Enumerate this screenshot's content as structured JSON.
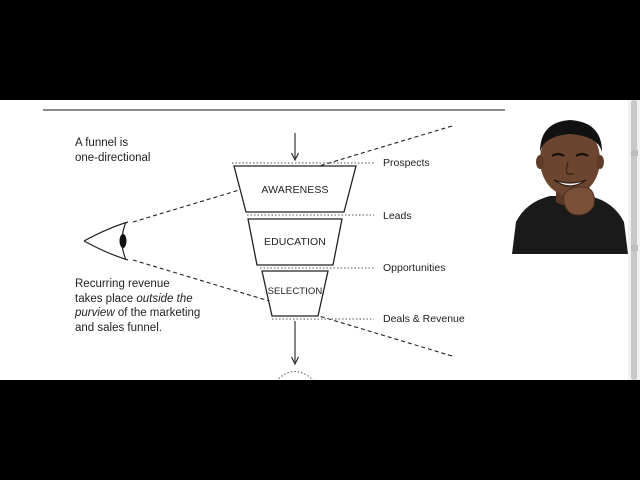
{
  "note_top": {
    "line1": "A funnel is",
    "line2": "one-directional"
  },
  "note_bottom": {
    "line1": "Recurring revenue",
    "line2_prefix": "takes place ",
    "line2_em": "outside the",
    "line3_em": "purview",
    "line3_suffix": " of the marketing",
    "line4": "and sales funnel."
  },
  "funnel_stages": [
    "AWARENESS",
    "EDUCATION",
    "SELECTION"
  ],
  "stage_boundaries": [
    "Prospects",
    "Leads",
    "Opportunities",
    "Deals & Revenue"
  ],
  "colors": {
    "line": "#222222",
    "dotted": "#555555",
    "background": "#ffffff"
  },
  "icons": {
    "eye": "eye-icon",
    "presenter": "presenter-webcam"
  }
}
